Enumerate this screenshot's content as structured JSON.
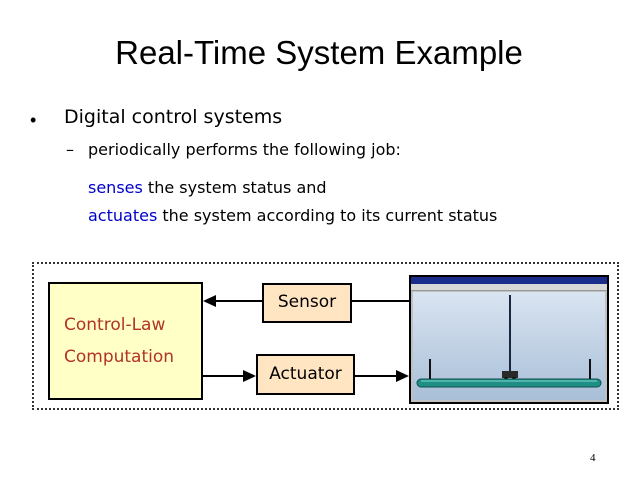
{
  "slide": {
    "title": "Real-Time System Example",
    "bullet_symbol": "•",
    "bullet": "Digital control systems",
    "sub_symbol": "–",
    "sub_bullet": "periodically performs the following job:",
    "line1": {
      "keyword": "senses",
      "rest": " the system status and"
    },
    "line2": {
      "keyword": "actuates",
      "rest": " the system according to its current status"
    },
    "page_number": "4"
  },
  "diagram": {
    "control_line1": "Control-Law",
    "control_line2": "Computation",
    "sensor": "Sensor",
    "actuator": "Actuator"
  },
  "colors": {
    "keyword": "#0000cc",
    "control_text": "#b3322a",
    "control_fill": "#ffffc6",
    "block_fill": "#ffe5c2"
  }
}
